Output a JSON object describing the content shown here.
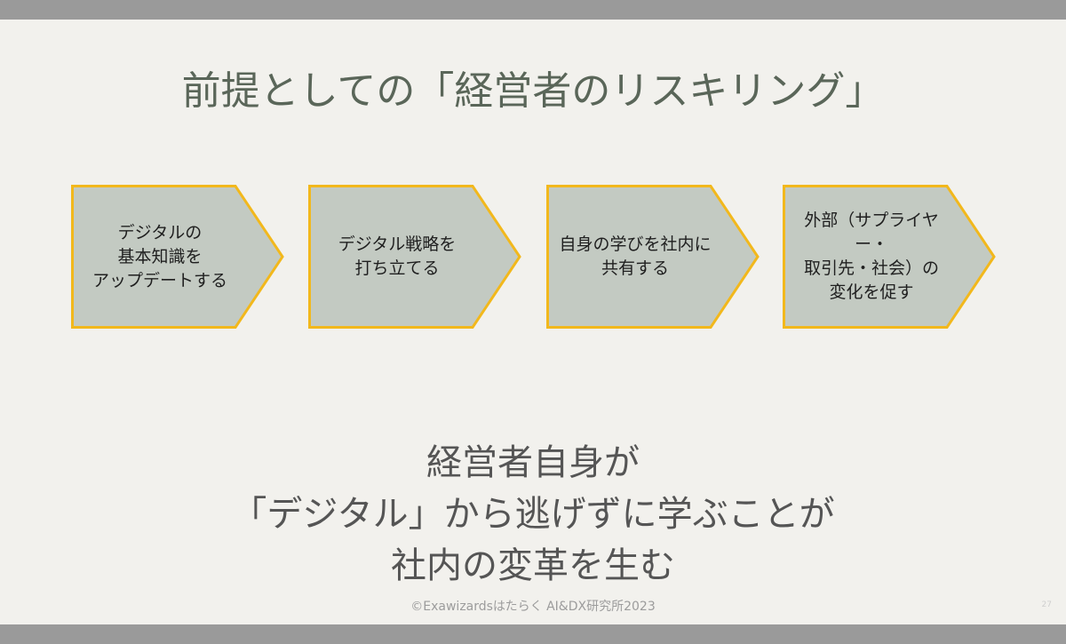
{
  "slide": {
    "title": "前提としての「経営者のリスキリング」",
    "steps": [
      {
        "label": "デジタルの\n基本知識を\nアップデートする"
      },
      {
        "label": "デジタル戦略を\n打ち立てる"
      },
      {
        "label": "自身の学びを社内に\n共有する"
      },
      {
        "label": "外部（サプライヤー・\n取引先・社会）の\n変化を促す"
      }
    ],
    "conclusion": [
      "経営者自身が",
      "「デジタル」から逃げずに学ぶことが",
      "社内の変革を生む"
    ],
    "footer": "©Exawizardsはたらく AI&DX研究所2023",
    "page_number": "27"
  },
  "colors": {
    "chevron_fill": "#c3cac2",
    "chevron_border": "#f2b81c",
    "title_text": "#5a6659",
    "background": "#f2f1ed",
    "band": "#9a9a9a"
  }
}
